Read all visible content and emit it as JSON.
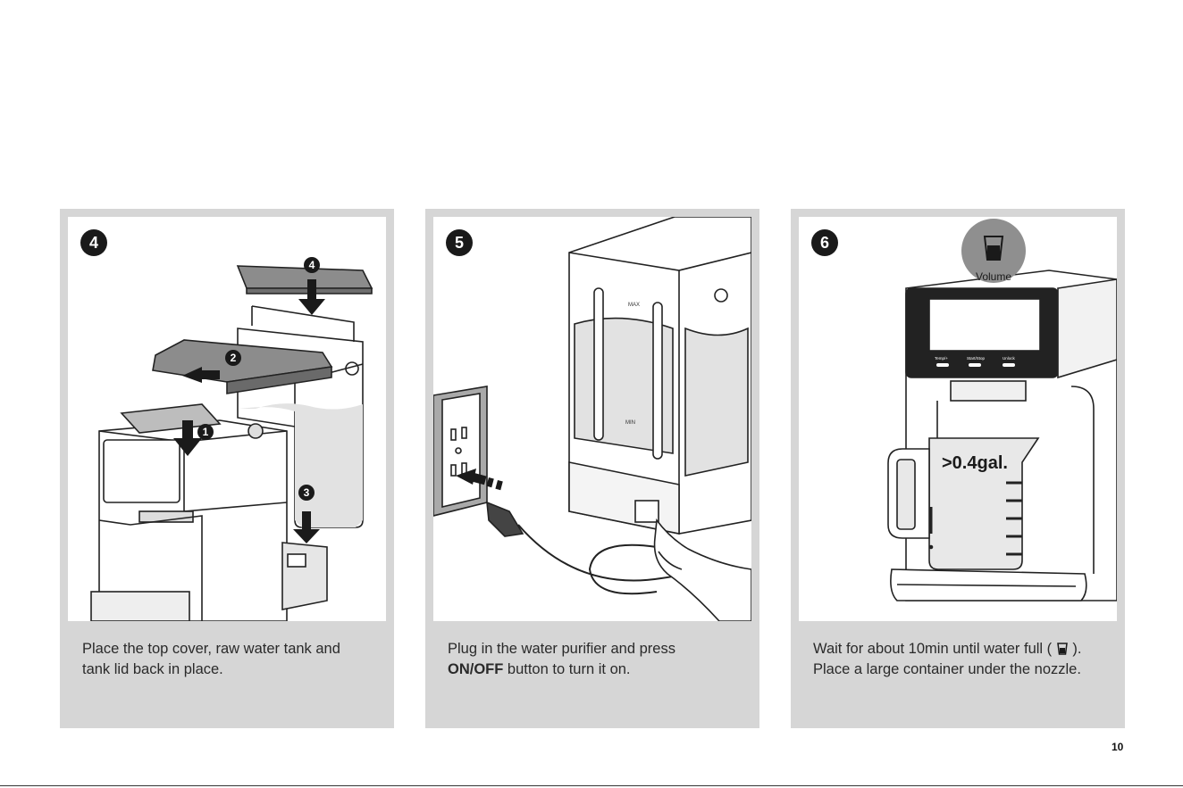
{
  "steps": [
    {
      "number": "4",
      "callouts": [
        "1",
        "2",
        "3",
        "4"
      ],
      "caption_line1": "Place the top cover, raw water tank and",
      "caption_line2": "tank lid back in place."
    },
    {
      "number": "5",
      "tank_max": "MAX",
      "tank_min": "MIN",
      "caption_line1": "Plug in the water purifier and press",
      "caption_bold": "ON/OFF",
      "caption_line2_rest": " button to turn it on."
    },
    {
      "number": "6",
      "bubble_label": "Volume",
      "panel_buttons": [
        "Temp/+",
        "Start/Stop",
        "Unlock"
      ],
      "jug_label": ">0.4gal.",
      "caption_line1_pre": "Wait for about 10min until water full ( ",
      "caption_line1_post": " ).",
      "caption_line2": "Place a large container under the nozzle."
    }
  ],
  "page_number": "10",
  "icons": {
    "water_full": "glass-full-icon",
    "plug": "plug-icon",
    "arrow": "arrow-icon"
  },
  "colors": {
    "panel_bg": "#d6d6d6",
    "badge": "#1a1a1a",
    "water": "#e2e2e2"
  }
}
